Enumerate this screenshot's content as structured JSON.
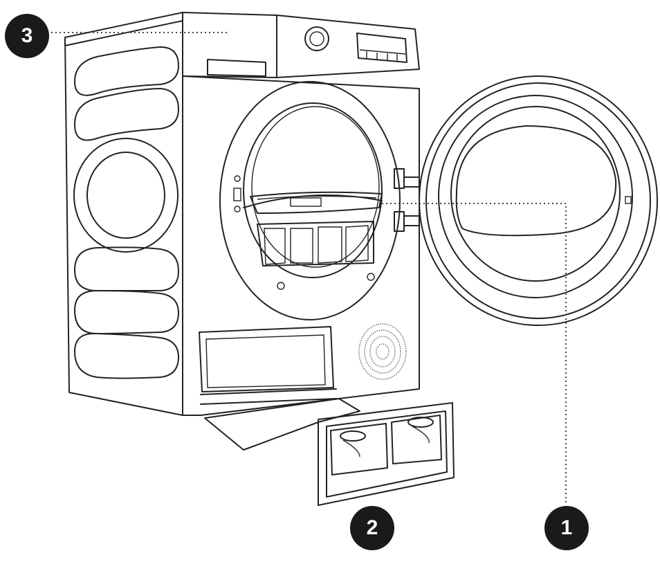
{
  "callouts": [
    {
      "label": "3",
      "part": "top-cover"
    },
    {
      "label": "2",
      "part": "filter-panel"
    },
    {
      "label": "1",
      "part": "door-filter"
    }
  ],
  "colors": {
    "line": "#222222",
    "badge": "#1a1a1a",
    "badge_text": "#ffffff",
    "background": "#ffffff"
  }
}
